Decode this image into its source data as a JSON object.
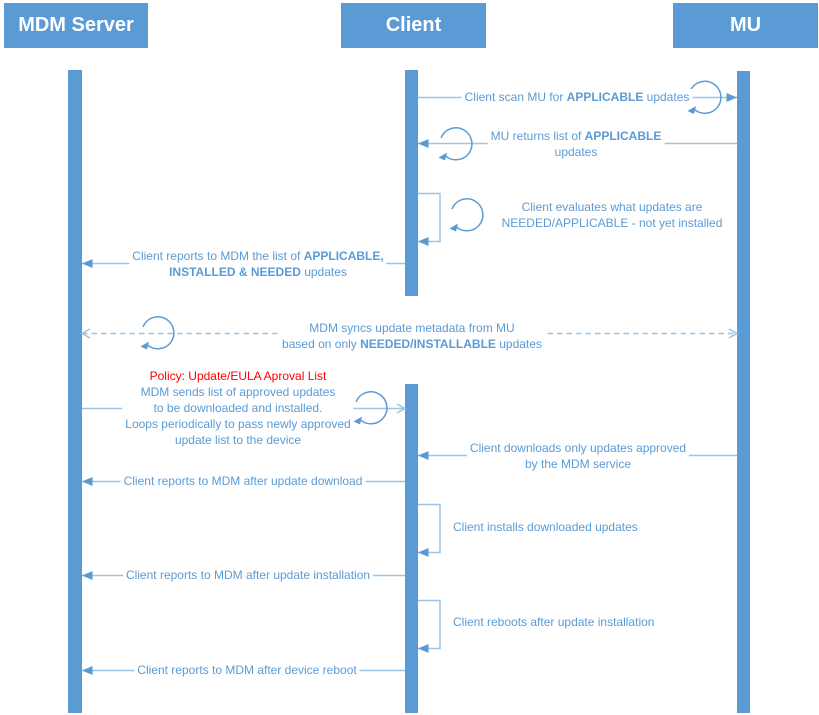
{
  "actors": [
    {
      "id": "mdm-server",
      "label": "MDM Server"
    },
    {
      "id": "client",
      "label": "Client"
    },
    {
      "id": "mu",
      "label": "MU"
    }
  ],
  "colors": {
    "actor_fill": "#5B9BD5",
    "lifeline_fill": "#5B9BD5",
    "message_line": "#9DC3E6",
    "arrowhead": "#5B9BD5",
    "message_text": "#5B9BD5",
    "policy_text": "#FF0000"
  },
  "icons": {
    "loop": "circular-self-loop-arrow"
  },
  "messages": {
    "scan": {
      "pre": "Client scan MU for ",
      "bold": "APPLICABLE",
      "post": " updates"
    },
    "returns": {
      "line1_pre": "MU returns list of ",
      "line1_bold": "APPLICABLE",
      "line2": "updates"
    },
    "evaluates": {
      "line1": "Client evaluates what updates are",
      "line2": "NEEDED/APPLICABLE - not yet installed"
    },
    "reports_list": {
      "line1_pre": "Client reports to MDM the list of ",
      "line1_bold": "APPLICABLE,",
      "line2_bold": "INSTALLED & NEEDED",
      "line2_post": " updates"
    },
    "syncs": {
      "line1": "MDM syncs update metadata from MU",
      "line2_pre": "based on only ",
      "line2_bold": "NEEDED/INSTALLABLE",
      "line2_post": " updates"
    },
    "policy": {
      "title": "Policy: Update/EULA Aproval List",
      "line1": "MDM sends list of approved updates",
      "line2": "to be downloaded and installed.",
      "line3": "Loops periodically to pass newly approved",
      "line4": "update list to the device"
    },
    "downloads": {
      "line1": "Client downloads only updates approved",
      "line2": "by the MDM service"
    },
    "report_download": "Client reports to MDM after update download",
    "installs": "Client installs downloaded updates",
    "report_install": "Client reports to MDM after update installation",
    "reboots": "Client reboots after update installation",
    "report_reboot": "Client reports to MDM after device reboot"
  }
}
